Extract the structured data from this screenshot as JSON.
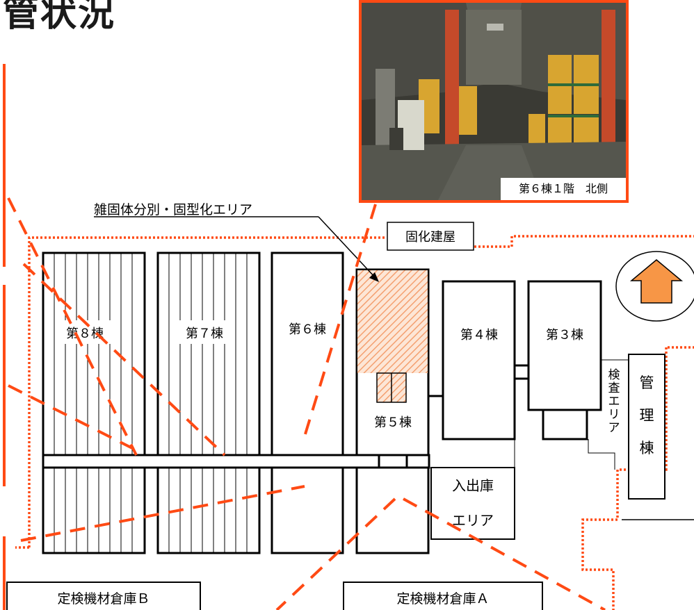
{
  "title": "管状況",
  "photo": {
    "caption": "第６棟１階　北側"
  },
  "area_label": "雑固体分別・固型化エリア",
  "solidification_building": "固化建屋",
  "buildings": {
    "b8": "第８棟",
    "b7": "第７棟",
    "b6": "第６棟",
    "b5": "第５棟",
    "b4": "第４棟",
    "b3": "第３棟"
  },
  "inspection_area": [
    "検",
    "査",
    "エ",
    "リ",
    "ア"
  ],
  "management_building": [
    "管",
    "理",
    "棟"
  ],
  "inout_area": [
    "入出庫",
    "エリア"
  ],
  "warehouse_b": "定検機材倉庫Ｂ",
  "warehouse_a": "定検機材倉庫Ａ",
  "colors": {
    "highlight": "#ff4a14",
    "hatch": "#f4a070",
    "arrow": "#f79646",
    "outline": "#000000"
  }
}
